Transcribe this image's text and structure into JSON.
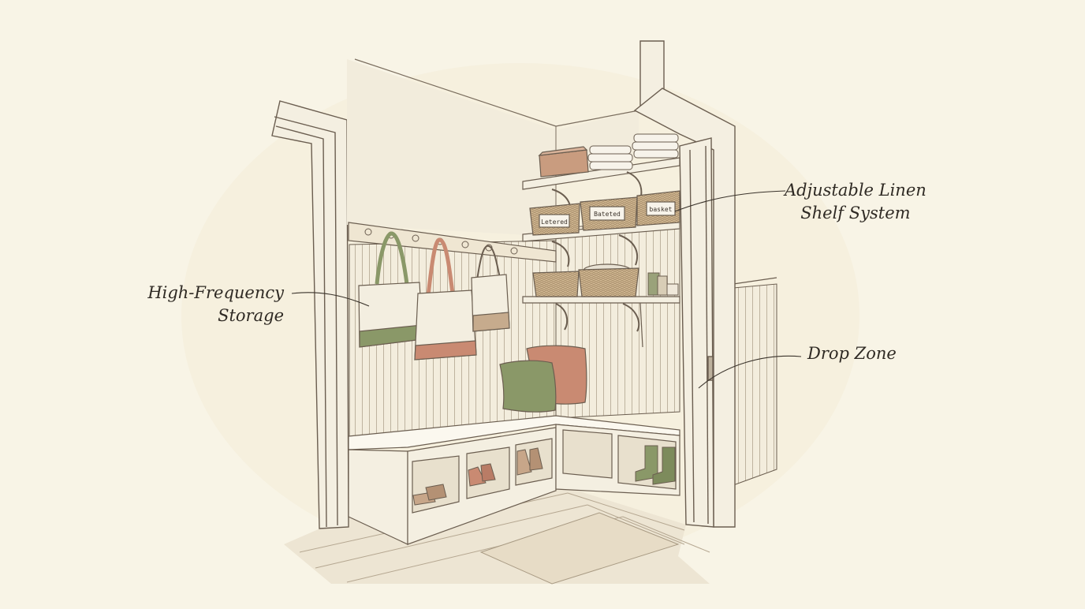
{
  "labels": {
    "high_frequency": [
      "High-Frequency",
      "Storage"
    ],
    "linen": [
      "Adjustable Linen",
      "Shelf System"
    ],
    "drop_zone": "Drop Zone"
  },
  "basket_tags": [
    "Letered",
    "Bateted",
    "basket"
  ],
  "colors": {
    "background": "#f8f4e6",
    "wall": "#f2ecdc",
    "wood_trim": "#f4efe1",
    "line": "#6b5e50",
    "sage": "#8a9868",
    "terracotta": "#c98a72",
    "wicker": "#c9b08a",
    "box_brown": "#c99c7f",
    "floor": "#ebe3d2"
  },
  "icons": [
    "hook-icon",
    "tote-bag-icon",
    "pillow-icon",
    "shoe-icon",
    "boot-icon",
    "basket-icon",
    "towel-stack-icon",
    "storage-box-icon",
    "jar-icon",
    "door-hinge-icon"
  ]
}
